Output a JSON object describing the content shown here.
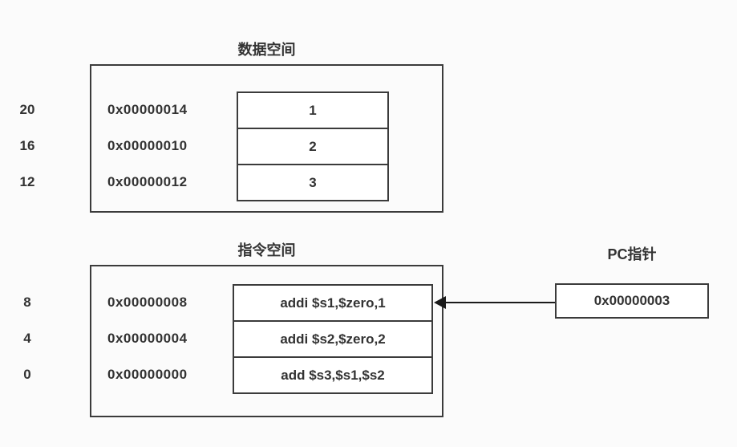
{
  "data_space": {
    "title": "数据空间",
    "rows": [
      {
        "offset": "20",
        "address": "0x00000014",
        "value": "1"
      },
      {
        "offset": "16",
        "address": "0x00000010",
        "value": "2"
      },
      {
        "offset": "12",
        "address": "0x00000012",
        "value": "3"
      }
    ]
  },
  "instruction_space": {
    "title": "指令空间",
    "rows": [
      {
        "offset": "8",
        "address": "0x00000008",
        "value": "addi $s1,$zero,1"
      },
      {
        "offset": "4",
        "address": "0x00000004",
        "value": "addi $s2,$zero,2"
      },
      {
        "offset": "0",
        "address": "0x00000000",
        "value": "add $s3,$s1,$s2"
      }
    ]
  },
  "pc": {
    "title": "PC指针",
    "value": "0x00000003"
  },
  "colors": {
    "border": "#3b3b3b",
    "text": "#333333",
    "arrow": "#1a1a1a"
  }
}
